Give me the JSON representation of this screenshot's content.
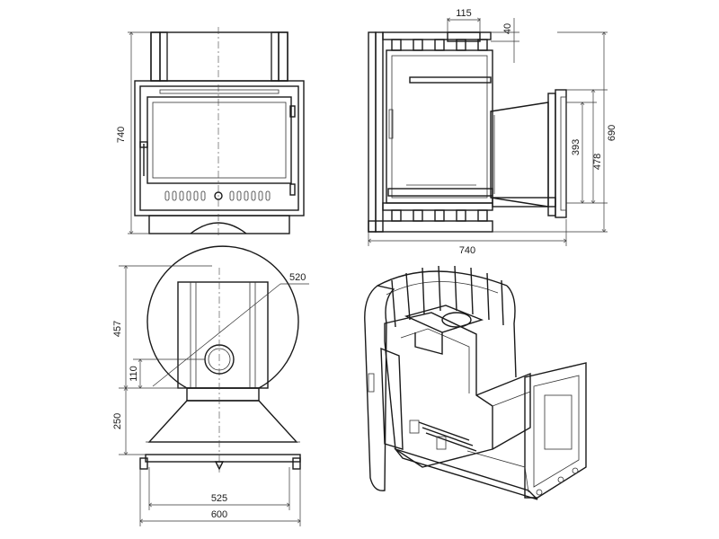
{
  "dimensions": {
    "front_height": "740",
    "side_top_width": "115",
    "side_top_height": "40",
    "side_depth": "740",
    "side_h1": "393",
    "side_h2": "478",
    "side_h3": "690",
    "top_radius": "520",
    "top_depth": "457",
    "top_flue_offset": "110",
    "top_front": "250",
    "top_width_inner": "525",
    "top_width_total": "600"
  },
  "colors": {
    "line": "#1a1a1a",
    "background": "#ffffff"
  }
}
